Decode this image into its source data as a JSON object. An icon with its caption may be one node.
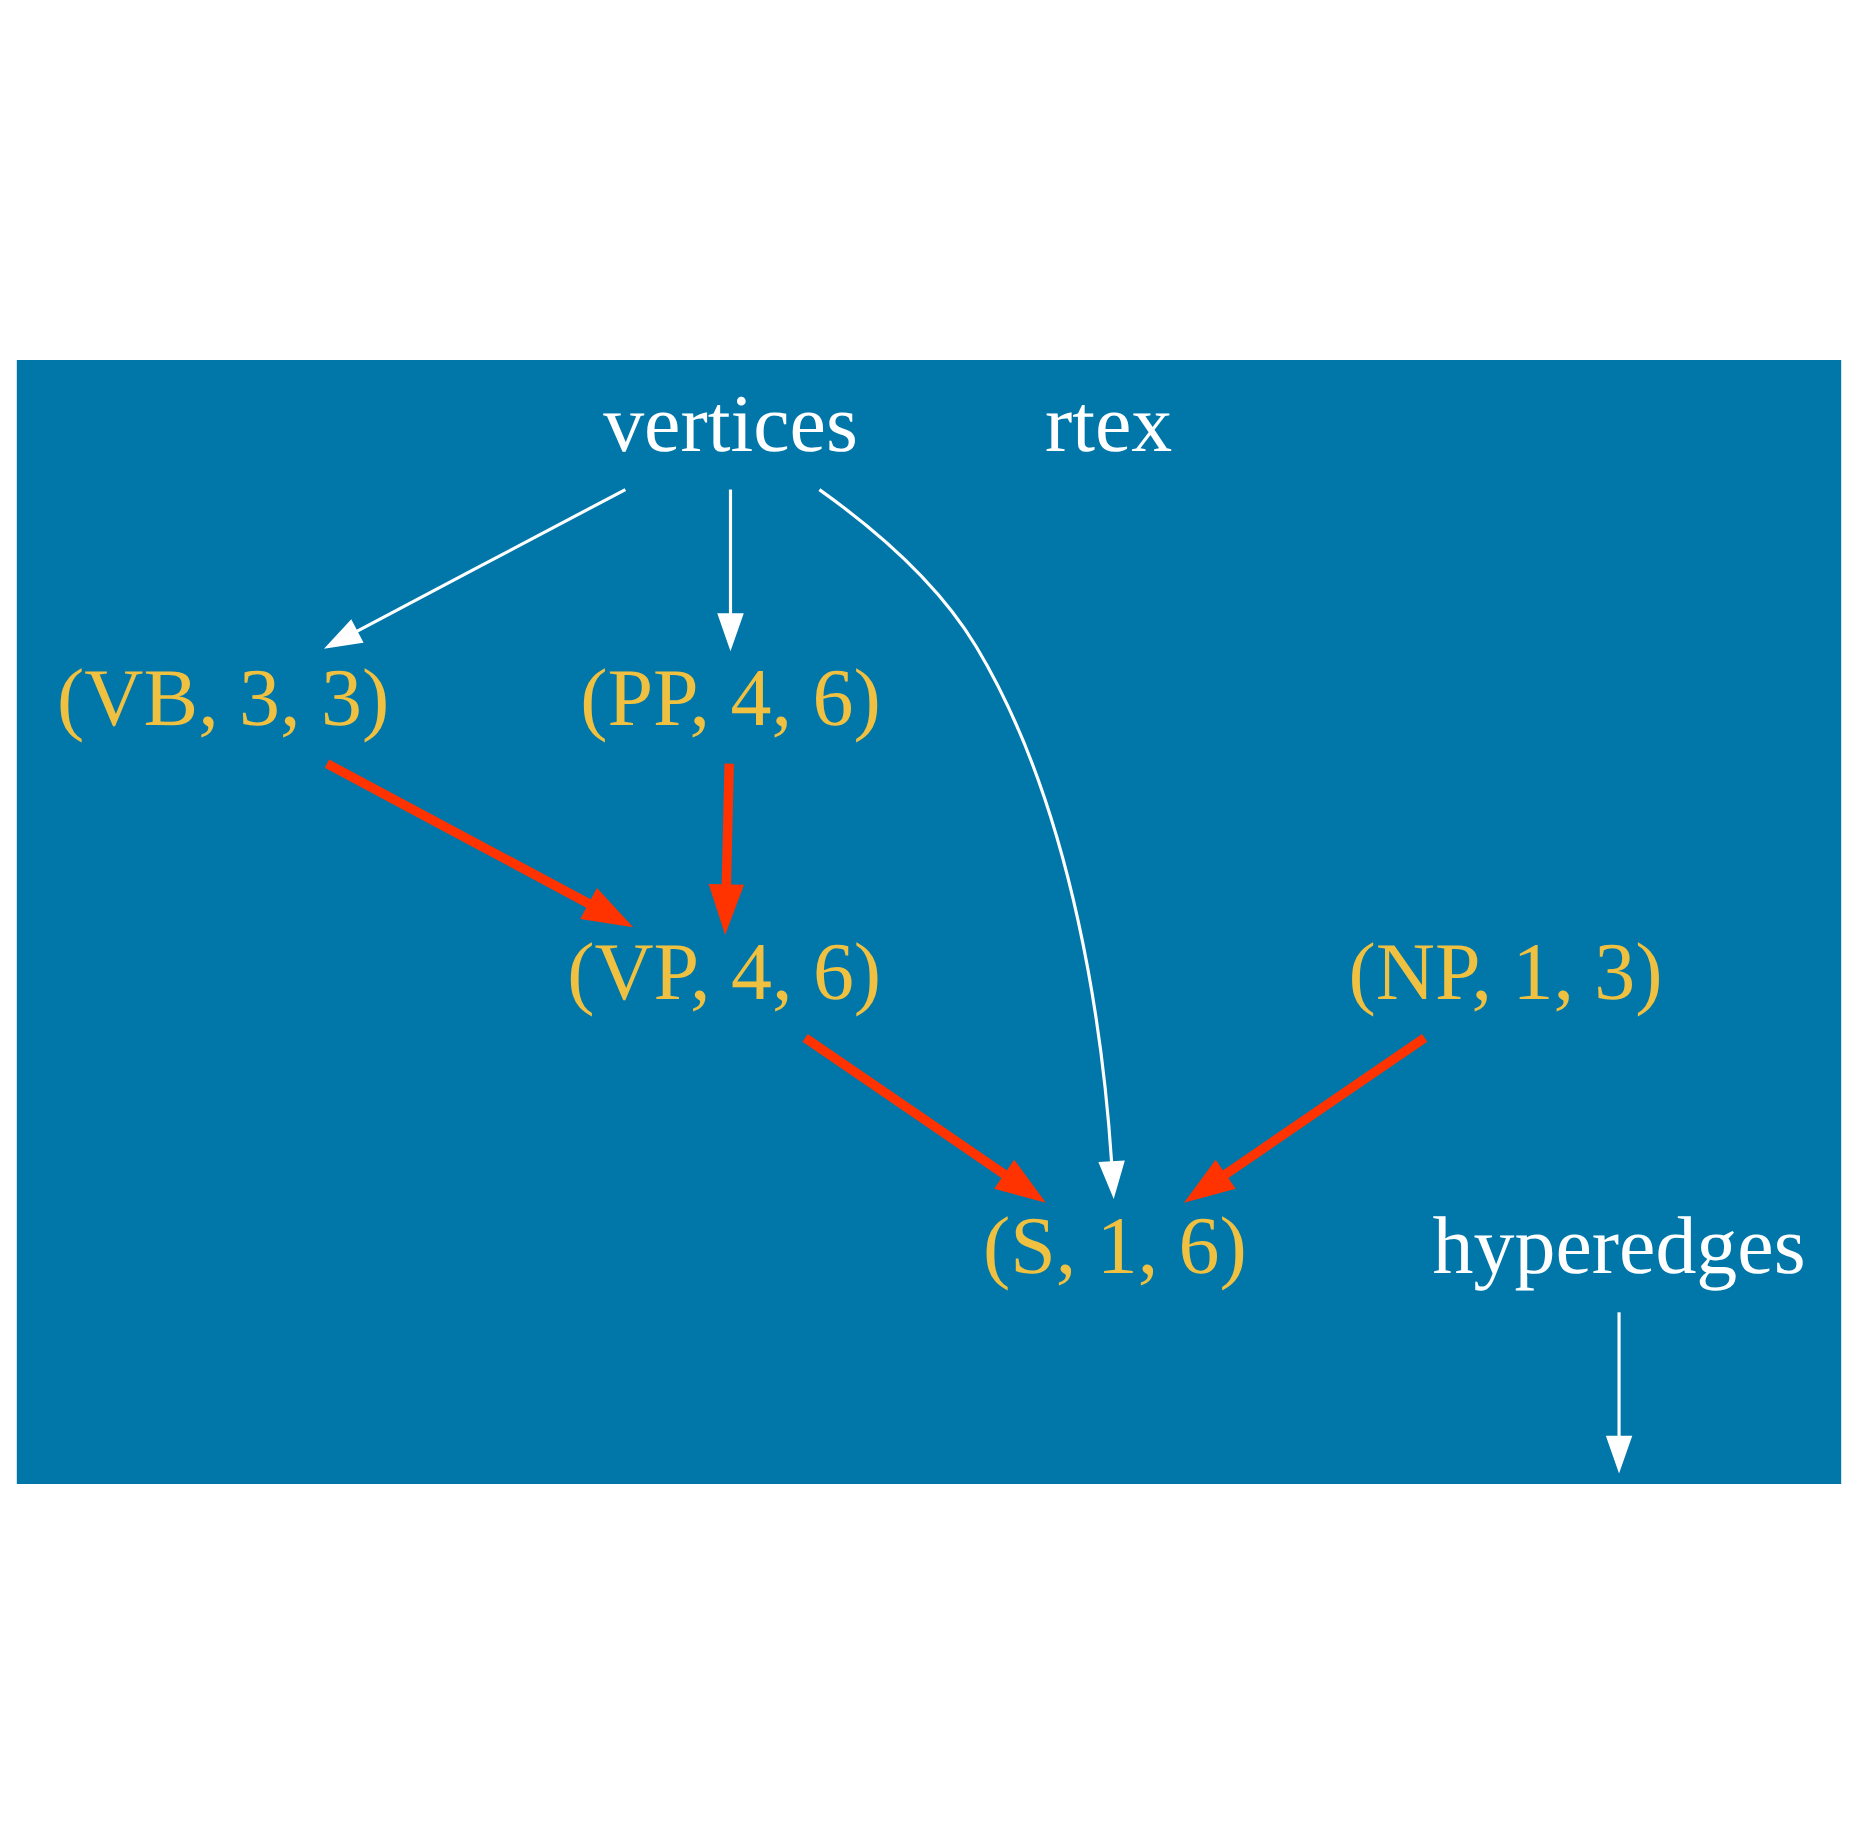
{
  "diagram": {
    "nodes": [
      {
        "text": [
          "vertices"
        ]
      },
      {
        "text": [
          "(VB, 3, 3)"
        ]
      },
      {
        "text": [
          "(PP, 4, 6)"
        ]
      },
      {
        "text": [
          "(NP, 1, 3)"
        ]
      },
      {
        "text": [
          "(VP, 4, 6)"
        ]
      },
      {
        "text": [
          "hyperedges"
        ]
      },
      {
        "text": [
          "(S, 1, 6)"
        ]
      }
    ],
    "edges": [
      {
        "from": 0,
        "to": 1,
        "arrow": "to",
        "color": "#ffffff"
      },
      {
        "from": 0,
        "to": 2,
        "arrow": "to",
        "color": "#ffffff"
      },
      {
        "from": 0,
        "to": 6,
        "arrow": "to",
        "color": "#ffffff"
      },
      {
        "from": 1,
        "to": 4,
        "arrow": "to",
        "style": "thick",
        "color": "#ff3300"
      },
      {
        "from": 2,
        "to": 4,
        "arrow": "to",
        "style": "thick",
        "color": "#ff3300"
      },
      {
        "from": 3,
        "to": 6,
        "arrow": "to",
        "style": "thick",
        "color": "#ff3300"
      },
      {
        "from": 4,
        "to": 6,
        "arrow": "to",
        "style": "thick",
        "color": "#ff3300"
      },
      {
        "from": 5,
        "to": null,
        "arrow": "to",
        "color": "#ffffff"
      }
    ],
    "labels": [
      "rtex"
    ]
  }
}
